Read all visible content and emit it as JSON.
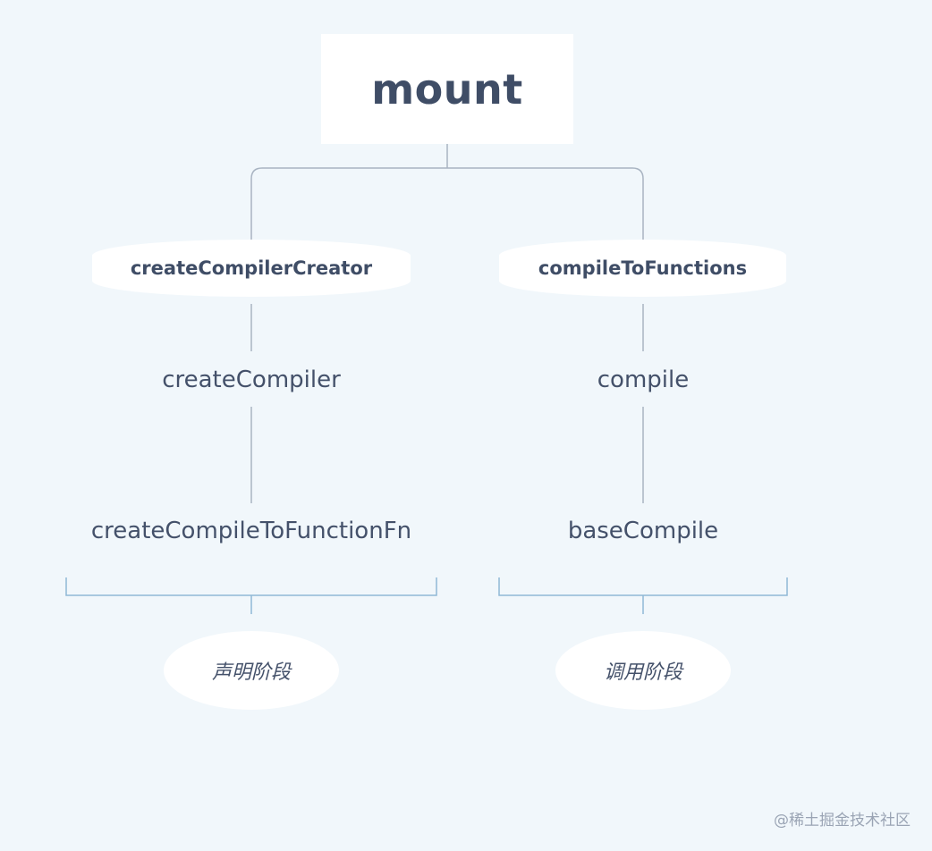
{
  "root": {
    "label": "mount"
  },
  "branches": [
    {
      "title": "createCompilerCreator",
      "steps": [
        "createCompiler",
        "createCompileToFunctionFn"
      ],
      "phase": "声明阶段"
    },
    {
      "title": "compileToFunctions",
      "steps": [
        "compile",
        "baseCompile"
      ],
      "phase": "调用阶段"
    }
  ],
  "watermark": "@稀土掘金技术社区",
  "colors": {
    "background": "#f1f7fb",
    "node_fill": "#ffffff",
    "connector": "#a9b4c2",
    "bracket": "#8fb8d6",
    "text": "#3f4d66"
  }
}
